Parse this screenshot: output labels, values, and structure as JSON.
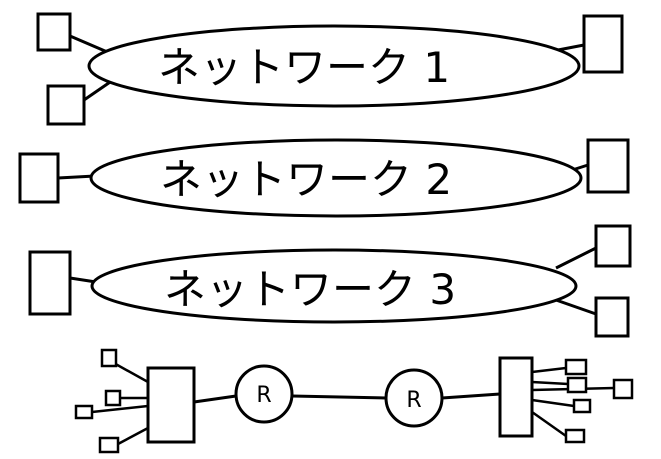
{
  "networks": [
    {
      "label": "ネットワーク 1"
    },
    {
      "label": "ネットワーク 2"
    },
    {
      "label": "ネットワーク 3"
    }
  ],
  "routers": [
    {
      "label": "R"
    },
    {
      "label": "R"
    }
  ]
}
